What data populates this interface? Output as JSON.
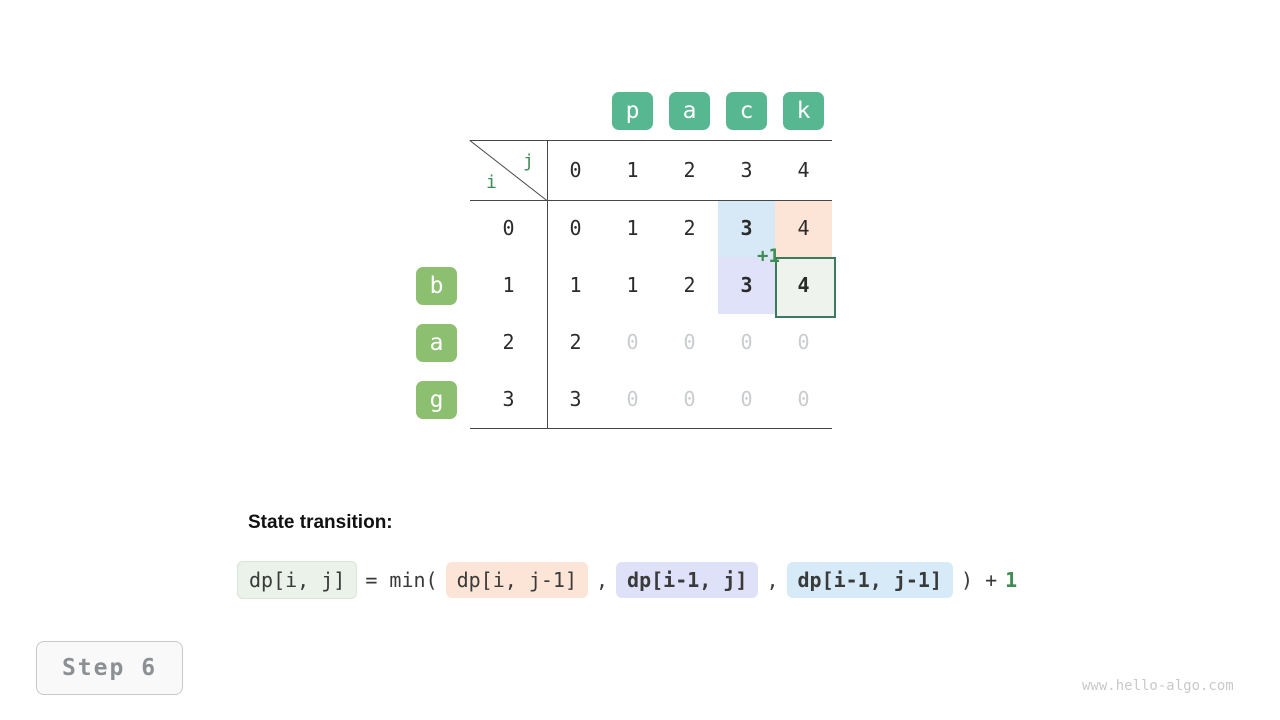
{
  "colors": {
    "top_letter_bg": "#56b790",
    "left_letter_bg": "#8cbf70",
    "accent_green": "#3e8e54",
    "muted_value": "#c9cdd0",
    "text": "#2b2b2b",
    "grid_line": "#474747",
    "hl_blue": "#d7e8f7",
    "hl_peach": "#fce5d7",
    "hl_lavender": "#dfe2f8",
    "hl_current_bg": "#eef3ee",
    "hl_current_border": "#3c7a5e",
    "chip_green": "#eaf2ea",
    "chip_green_border": "#d7e4d7",
    "chip_peach": "#fce5d7",
    "chip_lavender": "#dfe1f8",
    "chip_blue": "#d7eaf8"
  },
  "table": {
    "top_word": [
      "p",
      "a",
      "c",
      "k"
    ],
    "left_word": [
      "b",
      "a",
      "g"
    ],
    "row_axis_label": "i",
    "col_axis_label": "j",
    "col_headers": [
      "0",
      "1",
      "2",
      "3",
      "4"
    ],
    "row_headers": [
      "0",
      "1",
      "2",
      "3"
    ],
    "rows": [
      [
        "0",
        "1",
        "2",
        "3",
        "4"
      ],
      [
        "1",
        "1",
        "2",
        "3",
        "4"
      ],
      [
        "2",
        "0",
        "0",
        "0",
        "0"
      ],
      [
        "3",
        "0",
        "0",
        "0",
        "0"
      ]
    ],
    "muted_cells": [
      [
        2,
        1
      ],
      [
        2,
        2
      ],
      [
        2,
        3
      ],
      [
        2,
        4
      ],
      [
        3,
        1
      ],
      [
        3,
        2
      ],
      [
        3,
        3
      ],
      [
        3,
        4
      ]
    ],
    "bold_cells": [
      [
        0,
        3
      ],
      [
        1,
        3
      ],
      [
        1,
        4
      ]
    ],
    "highlights": [
      {
        "row": 0,
        "col": 3,
        "color_key": "hl_blue"
      },
      {
        "row": 0,
        "col": 4,
        "color_key": "hl_peach"
      },
      {
        "row": 1,
        "col": 3,
        "color_key": "hl_lavender"
      },
      {
        "row": 1,
        "col": 4,
        "color_key": "hl_current_bg",
        "border_key": "hl_current_border"
      }
    ],
    "annotation": "+1"
  },
  "transition": {
    "heading": "State transition:",
    "lhs": "dp[i, j]",
    "op": "= min(",
    "terms": [
      "dp[i, j-1]",
      "dp[i-1, j]",
      "dp[i-1, j-1]"
    ],
    "separator": ",",
    "close": ") +",
    "increment": "1"
  },
  "footer": {
    "step_label": "Step 6",
    "watermark": "www.hello-algo.com"
  }
}
